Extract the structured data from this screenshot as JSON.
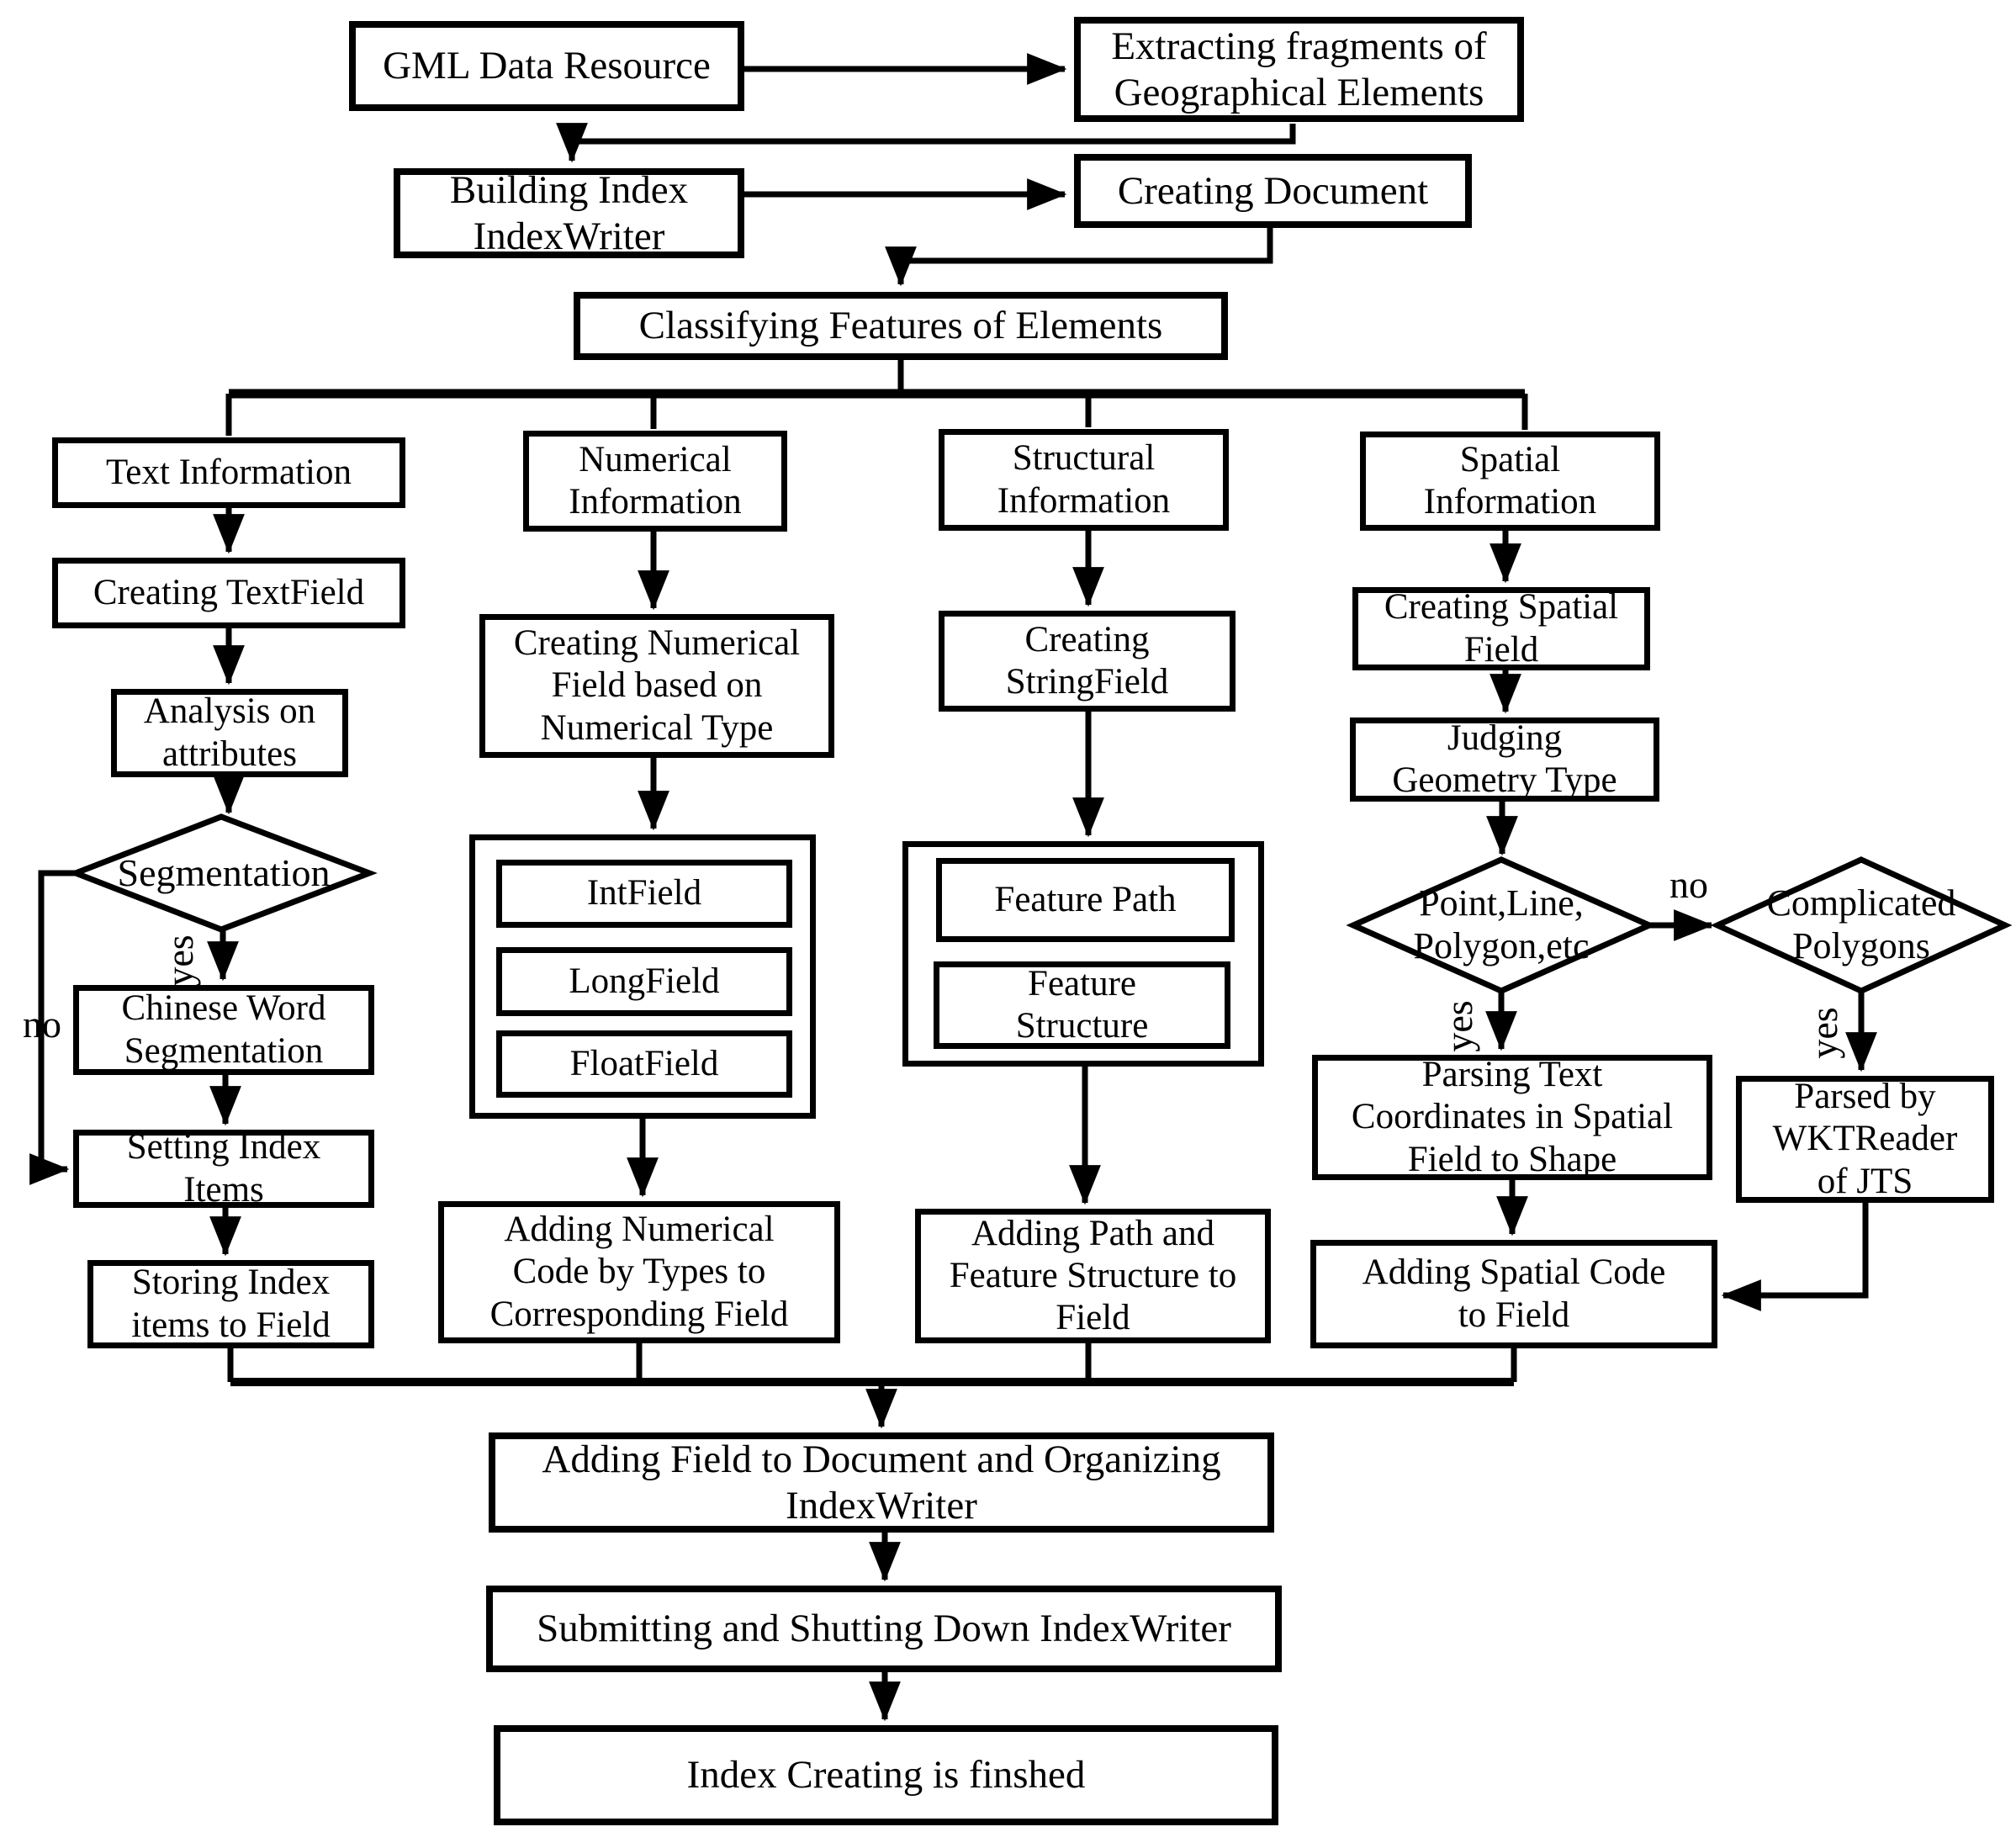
{
  "diagram": {
    "title": "GML index creating flowchart",
    "colors": {
      "background": "#ffffff",
      "line": "#000000",
      "box_fill": "#ffffff"
    },
    "nodes": {
      "gml": {
        "shape": "rect",
        "label": "GML Data Resource"
      },
      "extracting": {
        "shape": "rect",
        "label": "Extracting fragments of\nGeographical Elements"
      },
      "building": {
        "shape": "rect",
        "label": "Building Index\nIndexWriter"
      },
      "creating_doc": {
        "shape": "rect",
        "label": "Creating Document"
      },
      "classifying": {
        "shape": "rect",
        "label": "Classifying Features of Elements"
      },
      "text_info": {
        "shape": "rect",
        "label": "Text Information"
      },
      "creating_textfield": {
        "shape": "rect",
        "label": "Creating TextField"
      },
      "analysis": {
        "shape": "rect",
        "label": "Analysis on\nattributes"
      },
      "segmentation": {
        "shape": "diamond",
        "label": "Segmentation"
      },
      "chinese": {
        "shape": "rect",
        "label": "Chinese Word\nSegmentation"
      },
      "setting": {
        "shape": "rect",
        "label": "Setting Index\nItems"
      },
      "storing": {
        "shape": "rect",
        "label": "Storing Index\nitems to Field"
      },
      "numerical_info": {
        "shape": "rect",
        "label": "Numerical\nInformation"
      },
      "creating_numerical": {
        "shape": "rect",
        "label": "Creating Numerical\nField based on\nNumerical Type"
      },
      "intfield": {
        "shape": "rect",
        "label": "IntField"
      },
      "longfield": {
        "shape": "rect",
        "label": "LongField"
      },
      "floatfield": {
        "shape": "rect",
        "label": "FloatField"
      },
      "adding_numerical": {
        "shape": "rect",
        "label": "Adding Numerical\nCode by Types to\nCorresponding Field"
      },
      "structural_info": {
        "shape": "rect",
        "label": "Structural\nInformation"
      },
      "creating_stringfield": {
        "shape": "rect",
        "label": "Creating\nStringField"
      },
      "feature_path": {
        "shape": "rect",
        "label": "Feature Path"
      },
      "feature_structure": {
        "shape": "rect",
        "label": "Feature\nStructure"
      },
      "adding_path": {
        "shape": "rect",
        "label": "Adding Path and\nFeature Structure to\nField"
      },
      "spatial_info": {
        "shape": "rect",
        "label": "Spatial\nInformation"
      },
      "creating_spatial": {
        "shape": "rect",
        "label": "Creating Spatial\nField"
      },
      "judging": {
        "shape": "rect",
        "label": "Judging\nGeometry Type"
      },
      "point_line": {
        "shape": "diamond",
        "label": "Point,Line,\nPolygon,etc"
      },
      "complicated": {
        "shape": "diamond",
        "label": "Complicated\nPolygons"
      },
      "parsing": {
        "shape": "rect",
        "label": "Parsing Text\nCoordinates in Spatial\nField to Shape"
      },
      "parsed_by": {
        "shape": "rect",
        "label": "Parsed by\nWKTReader\nof JTS"
      },
      "adding_spatial": {
        "shape": "rect",
        "label": "Adding Spatial Code\nto Field"
      },
      "adding_field": {
        "shape": "rect",
        "label": "Adding Field to Document and Organizing\nIndexWriter"
      },
      "submitting": {
        "shape": "rect",
        "label": "Submitting and Shutting Down IndexWriter"
      },
      "index_finished": {
        "shape": "rect",
        "label": "Index Creating is finshed"
      }
    },
    "edge_labels": {
      "segmentation_yes": "yes",
      "segmentation_no": "no",
      "point_yes": "yes",
      "point_no": "no",
      "complicated_yes": "yes"
    }
  }
}
